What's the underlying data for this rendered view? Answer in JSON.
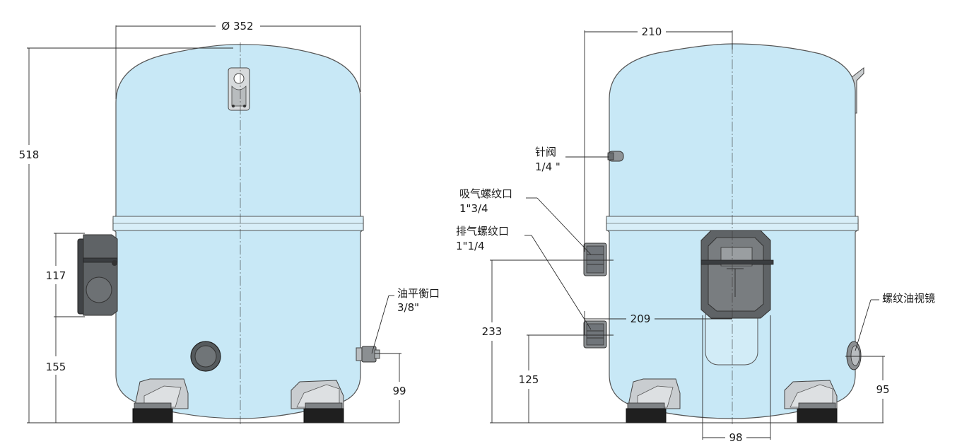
{
  "dimensions": {
    "diameter": "Ø 352",
    "height_total": "518",
    "box_height": "117",
    "box_base_height": "155",
    "oil_equalizer_height": "99",
    "depth": "210",
    "suction_height": "233",
    "discharge_height": "125",
    "discharge_offset": "209",
    "terminal_box_width": "98",
    "sight_glass_height": "95"
  },
  "labels": {
    "oil_equalizer": "油平衡口",
    "oil_equalizer_size": "3/8\"",
    "needle_valve": "针阀",
    "needle_valve_size": "1/4 \"",
    "suction": "吸气螺纹口",
    "suction_size": "1\"3/4",
    "discharge": "排气螺纹口",
    "discharge_size": "1\"1/4",
    "sight_glass": "螺纹油视镜"
  }
}
